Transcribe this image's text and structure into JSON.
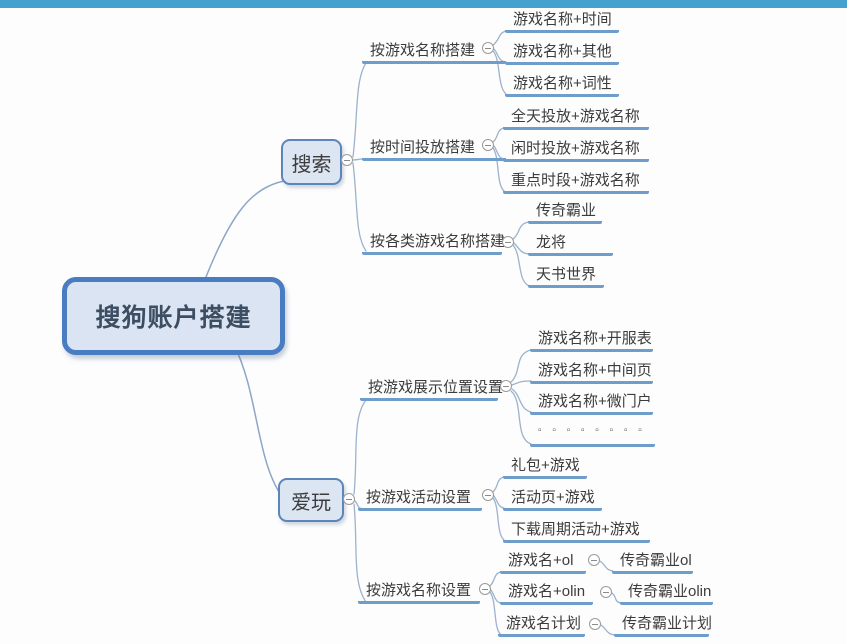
{
  "diagram": {
    "type": "mindmap",
    "title": "搜狗账户搭建"
  },
  "palette": {
    "top_bar": "#45a1cd",
    "underline_blue": "#6f9dcb",
    "connector_gray_blue": "#9cb2cd",
    "node_fill": "#dce6f2",
    "node_border": "#5d85b8",
    "root_border": "#4a7cc2",
    "text": "#3c3c3c"
  },
  "icons": {
    "collapse": "minus-circle"
  },
  "root": {
    "label": "搜狗账户搭建"
  },
  "branches": {
    "search": {
      "label": "搜索",
      "groups": [
        {
          "label": "按游戏名称搭建",
          "children": [
            {
              "label": "游戏名称+时间"
            },
            {
              "label": "游戏名称+其他"
            },
            {
              "label": "游戏名称+词性"
            }
          ]
        },
        {
          "label": "按时间投放搭建",
          "children": [
            {
              "label": "全天投放+游戏名称"
            },
            {
              "label": "闲时投放+游戏名称"
            },
            {
              "label": "重点时段+游戏名称"
            }
          ]
        },
        {
          "label": "按各类游戏名称搭建",
          "children": [
            {
              "label": "传奇霸业"
            },
            {
              "label": "龙将"
            },
            {
              "label": "天书世界"
            }
          ]
        }
      ]
    },
    "play": {
      "label": "爱玩",
      "groups": [
        {
          "label": "按游戏展示位置设置",
          "children": [
            {
              "label": "游戏名称+开服表"
            },
            {
              "label": "游戏名称+中间页"
            },
            {
              "label": "游戏名称+微门户"
            },
            {
              "label": "▫ ▫ ▫ ▫ ▫ ▫ ▫ ▫"
            }
          ]
        },
        {
          "label": "按游戏活动设置",
          "children": [
            {
              "label": "礼包+游戏"
            },
            {
              "label": "活动页+游戏"
            },
            {
              "label": "下载周期活动+游戏"
            }
          ]
        },
        {
          "label": "按游戏名称设置",
          "children": [
            {
              "label": "游戏名+ol",
              "sub": {
                "label": "传奇霸业ol"
              }
            },
            {
              "label": "游戏名+olin",
              "sub": {
                "label": "传奇霸业olin"
              }
            },
            {
              "label": "游戏名计划",
              "sub": {
                "label": "传奇霸业计划"
              }
            }
          ]
        }
      ]
    }
  }
}
